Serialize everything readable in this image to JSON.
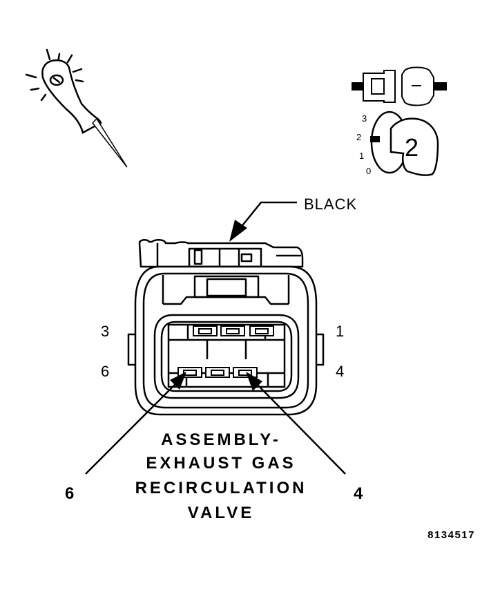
{
  "connector": {
    "color_label": "BLACK",
    "pin_labels": {
      "top_left": "3",
      "top_right": "1",
      "bottom_left": "6",
      "bottom_right": "4"
    },
    "callouts": {
      "left": "6",
      "right": "4"
    },
    "title_lines": [
      "ASSEMBLY-",
      "EXHAUST GAS",
      "RECIRCULATION",
      "VALVE"
    ]
  },
  "key_switch": {
    "positions": [
      "3",
      "2",
      "1",
      "0"
    ],
    "selected": "2"
  },
  "probe_icon": "back-probe-icon",
  "figure_id": "8134517"
}
